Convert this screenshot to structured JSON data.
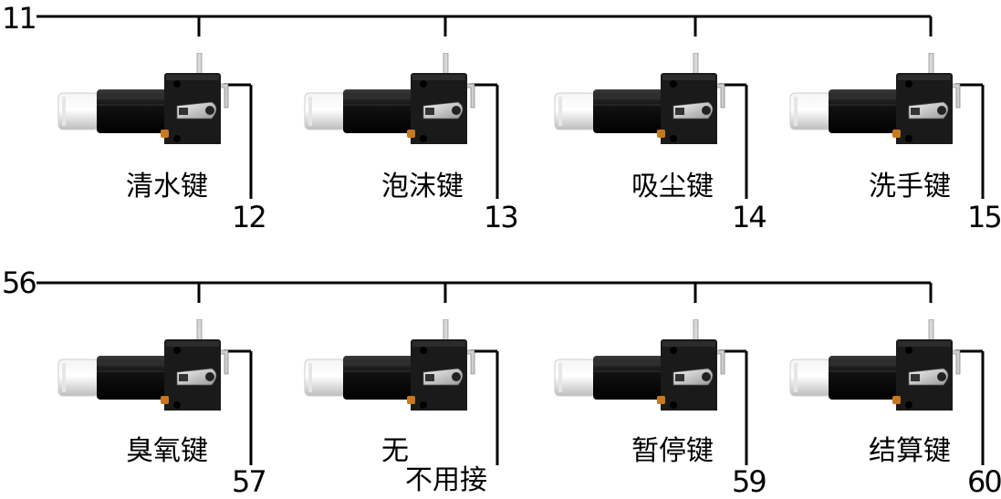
{
  "rows": [
    {
      "bus": "11",
      "switches": [
        {
          "label": "清水键",
          "wire": "12"
        },
        {
          "label": "泡沫键",
          "wire": "13"
        },
        {
          "label": "吸尘键",
          "wire": "14"
        },
        {
          "label": "洗手键",
          "wire": "15"
        }
      ]
    },
    {
      "bus": "56",
      "switches": [
        {
          "label": "臭氧键",
          "wire": "57"
        },
        {
          "label": "无",
          "label2": "不用接",
          "wire": ""
        },
        {
          "label": "暂停键",
          "wire": "59"
        },
        {
          "label": "结算键",
          "wire": "60"
        }
      ]
    }
  ]
}
